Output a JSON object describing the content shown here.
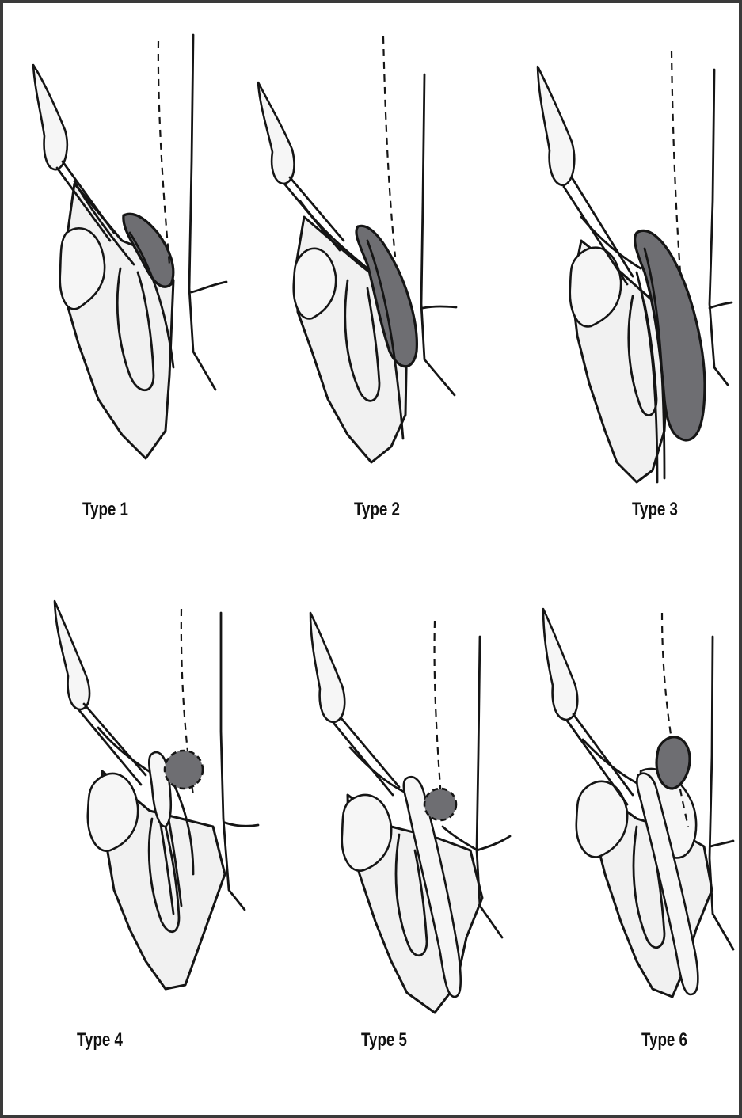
{
  "panels": [
    {
      "id": "type1",
      "label": "Type 1"
    },
    {
      "id": "type2",
      "label": "Type 2"
    },
    {
      "id": "type3",
      "label": "Type 3"
    },
    {
      "id": "type4",
      "label": "Type 4"
    },
    {
      "id": "type5",
      "label": "Type 5"
    },
    {
      "id": "type6",
      "label": "Type 6"
    }
  ],
  "colors": {
    "lesion": "#6e6e72",
    "outline": "#151515",
    "tissue": "#f1f1f1",
    "border": "#3a3a3a"
  }
}
